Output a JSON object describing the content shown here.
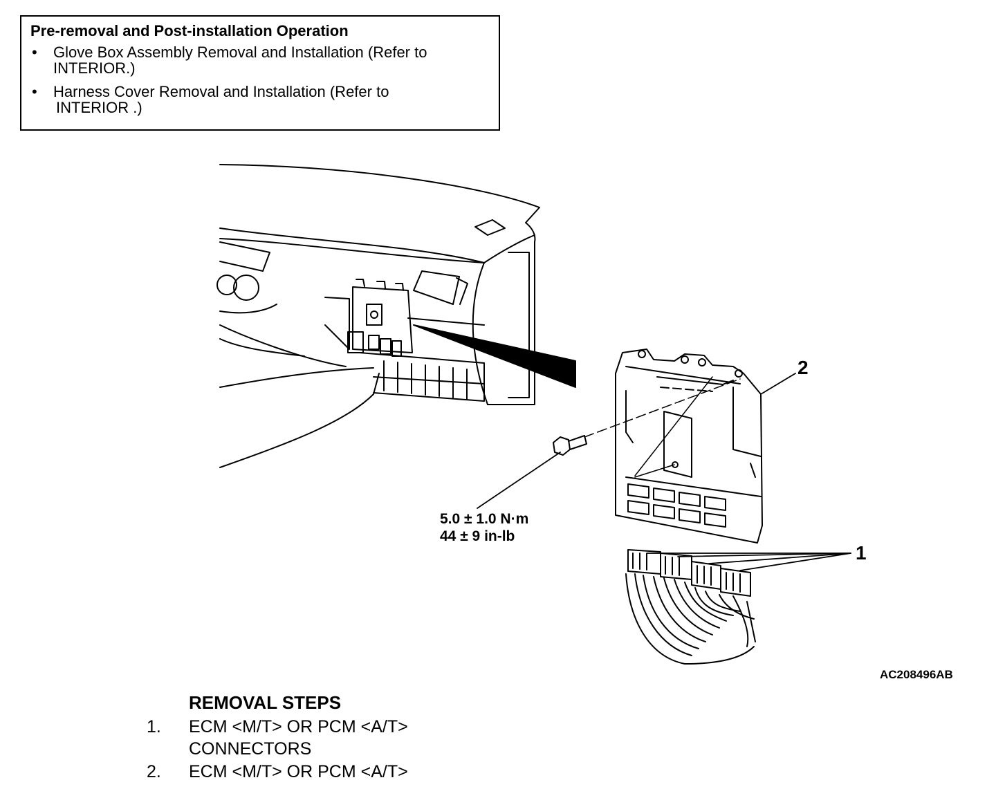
{
  "operation_box": {
    "title": "Pre-removal and Post-installation Operation",
    "bullet": "•",
    "items": [
      {
        "line1": "Glove Box Assembly Removal and Installation (Refer to",
        "line2": "INTERIOR.)"
      },
      {
        "line1": "Harness Cover Removal and Installation (Refer to",
        "line2": "INTERIOR .)"
      }
    ]
  },
  "callouts": {
    "ecm": "2",
    "connectors": "1"
  },
  "torque_spec": {
    "metric": "5.0 ± 1.0 N·m",
    "imperial": "44 ± 9 in-lb"
  },
  "figure_code": "AC208496AB",
  "removal_steps": {
    "title": "REMOVAL STEPS",
    "steps": [
      {
        "number": "1.",
        "line1": "ECM <M/T> OR PCM <A/T>",
        "line2": "CONNECTORS"
      },
      {
        "number": "2.",
        "line1": "ECM <M/T> OR PCM <A/T>"
      }
    ]
  }
}
